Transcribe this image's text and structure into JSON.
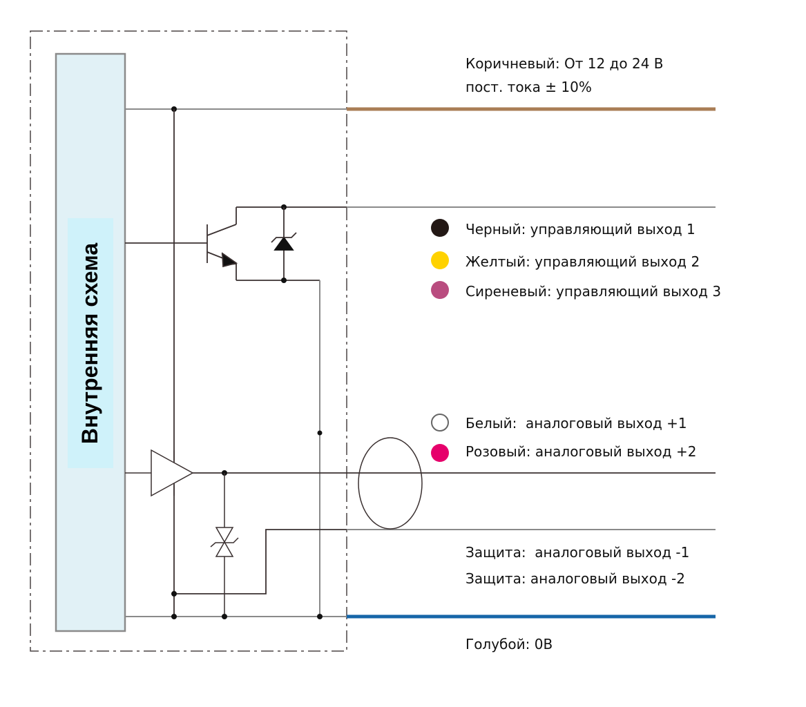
{
  "diagram": {
    "internal_block_label": "Внутренняя схема",
    "wires": {
      "brown": {
        "color": "#a97d55",
        "label_line1": "Коричневый: От 12 до 24 В",
        "label_line2": "пост. тока ± 10%"
      },
      "blue": {
        "color": "#1666a8",
        "label": "Голубой: 0В"
      }
    },
    "control_outputs": [
      {
        "color": "#231815",
        "label": "Черный: управляющий выход 1"
      },
      {
        "color": "#ffd200",
        "label": "Желтый: управляющий выход 2"
      },
      {
        "color": "#b94c7f",
        "label": "Сиреневый: управляющий выход 3"
      }
    ],
    "analog_outputs": [
      {
        "color": "#ffffff",
        "border": "#666666",
        "label": "Белый:  аналоговый выход +1"
      },
      {
        "color": "#e6006b",
        "label": "Розовый: аналоговый выход +2"
      }
    ],
    "shield_labels": [
      "Защита:  аналоговый выход -1",
      "Защита: аналоговый выход -2"
    ],
    "components": [
      "internal-circuit-block",
      "npn-transistor",
      "zener-diode",
      "amplifier",
      "bidirectional-tvs-diode",
      "shielded-cable"
    ]
  }
}
